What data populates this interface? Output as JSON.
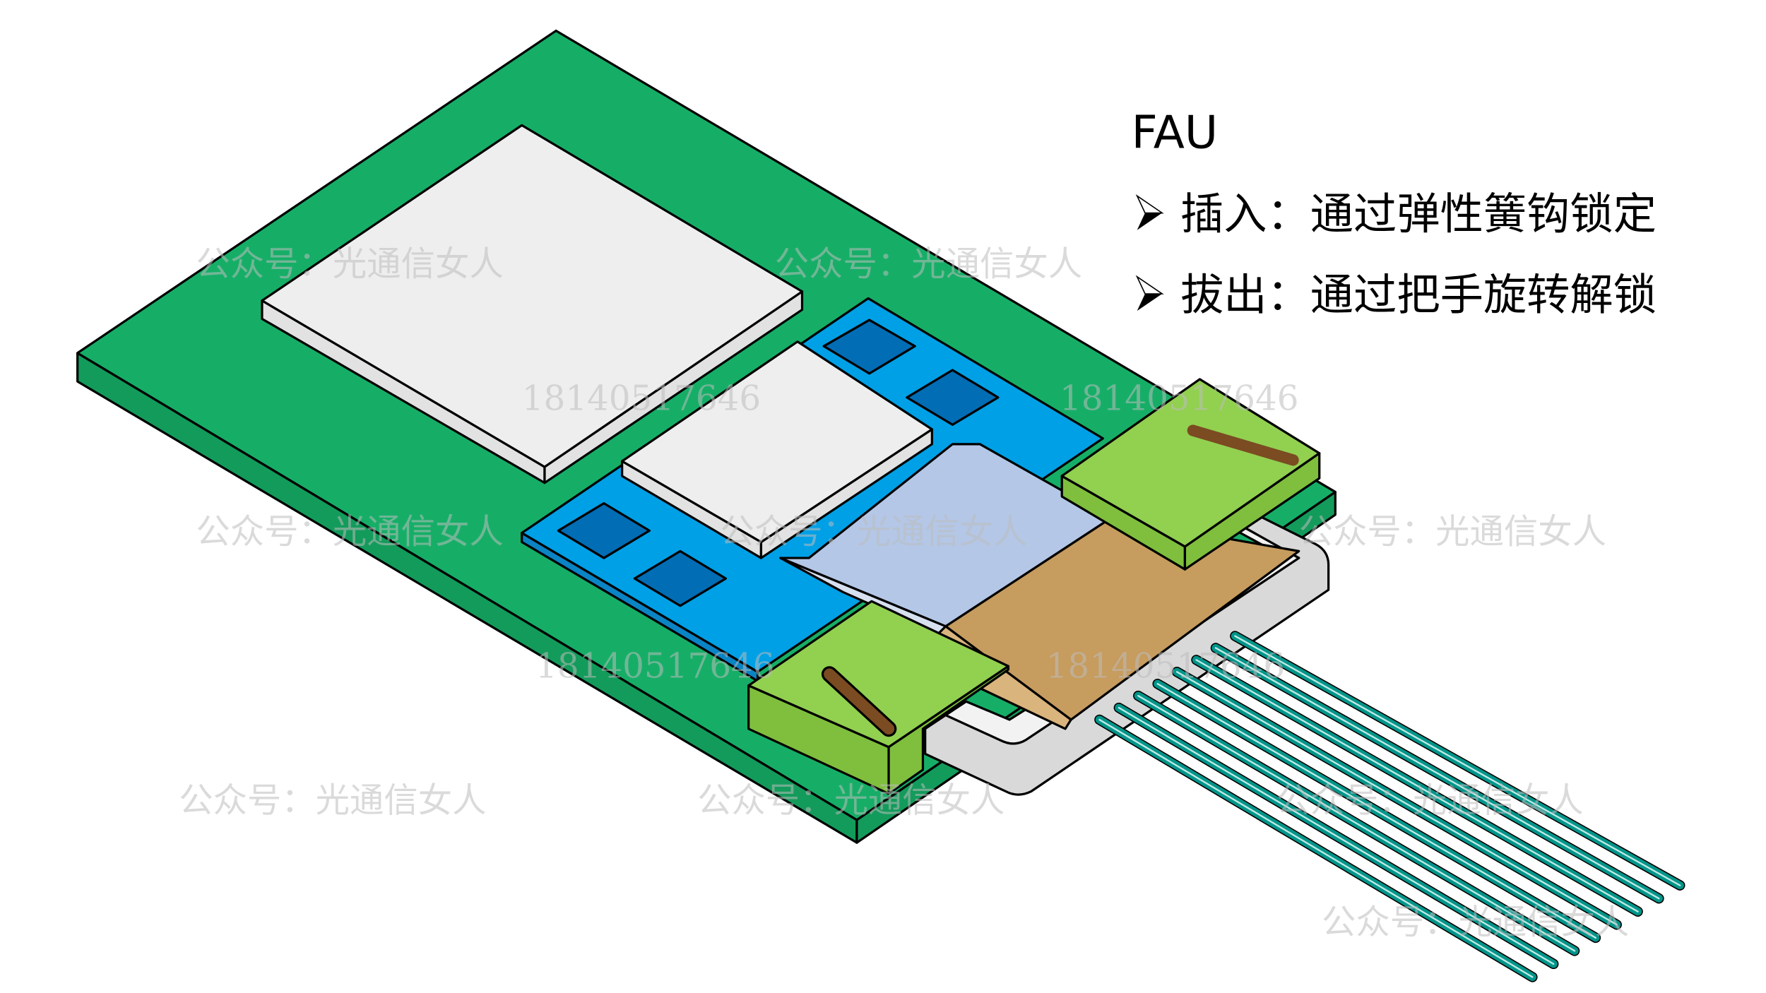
{
  "title": "FAU",
  "bullets": [
    {
      "icon": "arrowhead-bullet-icon",
      "text": "插入：通过弹性簧钩锁定"
    },
    {
      "icon": "arrowhead-bullet-icon",
      "text": "拔出：通过把手旋转解锁"
    }
  ],
  "watermarks": {
    "account": "公众号：光通信女人",
    "phone": "18140517646"
  },
  "colors": {
    "pcb": "#16ae67",
    "substrate": "#00a0e6",
    "pad": "#016db5",
    "heatsink": "#eeeeee",
    "chip": "#b4c7e7",
    "fau_body": "#c69c5f",
    "clip": "#92d050",
    "handle": "#7b4b22",
    "fiber": "#00958a"
  }
}
